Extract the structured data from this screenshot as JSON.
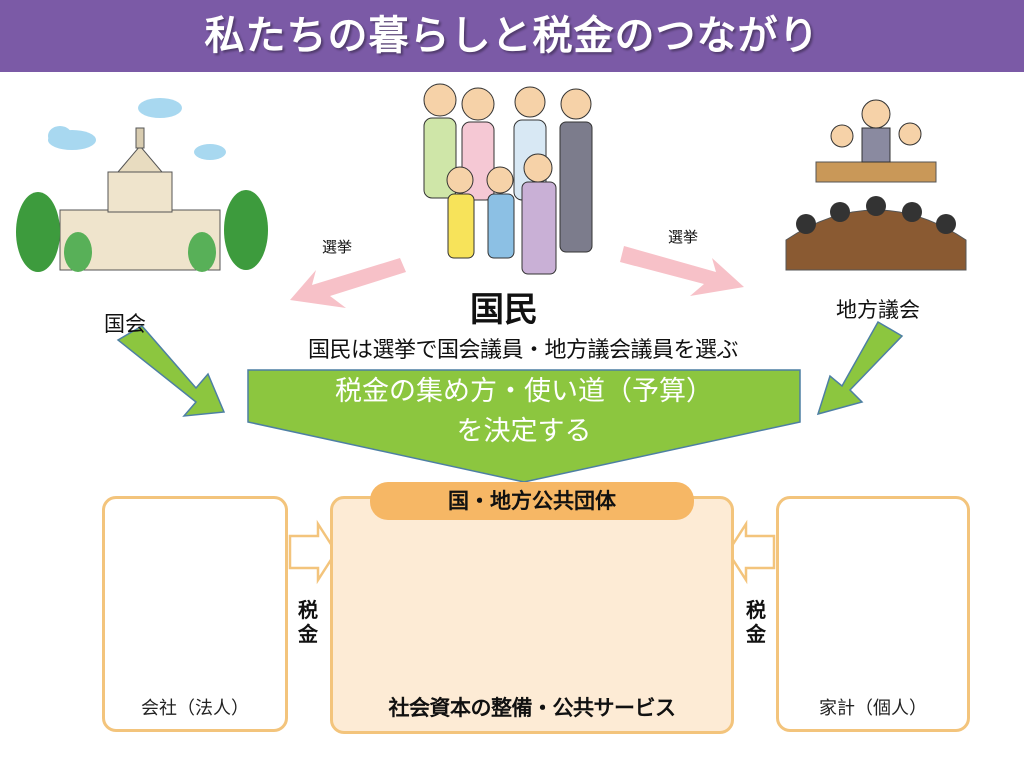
{
  "title": "私たちの暮らしと税金のつながり",
  "nodes": {
    "national_diet": "国会",
    "citizens": "国民",
    "local_assembly": "地方議会"
  },
  "edges": {
    "election_left": "選挙",
    "election_right": "選挙",
    "tax_left": "税金",
    "tax_right": "税金"
  },
  "citizens_caption": "国民は選挙で国会議員・地方議会議員を選ぶ",
  "decision": {
    "line1": "税金の集め方・使い道（予算）",
    "line2": "を決定する"
  },
  "government": {
    "header": "国・地方公共団体",
    "services": "社会資本の整備・公共サービス"
  },
  "company": "会社（法人）",
  "household": "家計（個人）",
  "colors": {
    "title_bg": "#7b5aa6",
    "decision_green": "#8cc63f",
    "election_arrow": "#f7c1c8",
    "box_border": "#f3c47c",
    "center_fill": "#fdebd5",
    "header_fill": "#f6b765"
  }
}
